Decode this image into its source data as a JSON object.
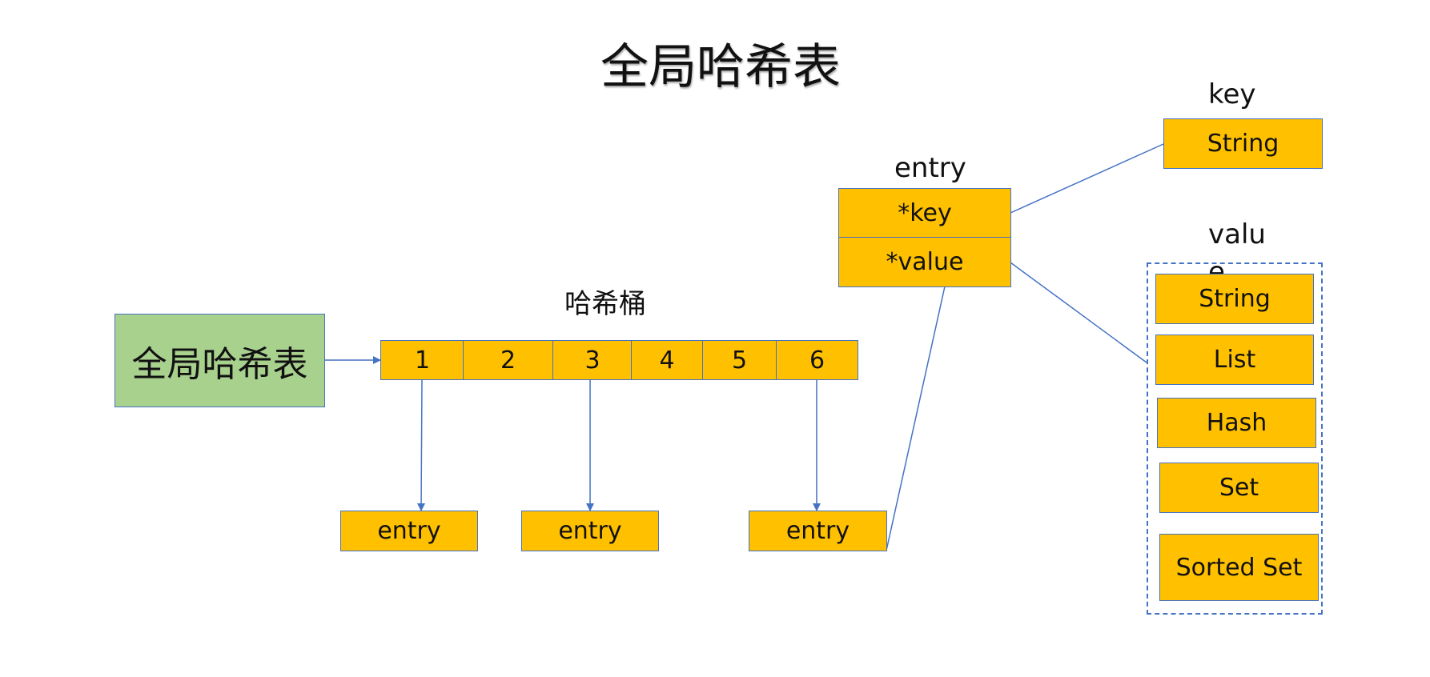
{
  "title": "全局哈希表",
  "global_table": {
    "label": "全局哈希表"
  },
  "bucket_label": "哈希桶",
  "buckets": [
    "1",
    "2",
    "3",
    "4",
    "5",
    "6"
  ],
  "entries": [
    "entry",
    "entry",
    "entry"
  ],
  "entry_detail": {
    "title": "entry",
    "fields": [
      "*key",
      "*value"
    ]
  },
  "key_group": {
    "label": "key",
    "type": "String"
  },
  "value_group": {
    "label_line1": "valu",
    "label_line2": "e",
    "types": [
      "String",
      "List",
      "Hash",
      "Set",
      "Sorted Set"
    ]
  },
  "colors": {
    "box_fill": "#ffc000",
    "green_fill": "#a9d18e",
    "border": "#4472c4",
    "line": "#4472c4"
  }
}
